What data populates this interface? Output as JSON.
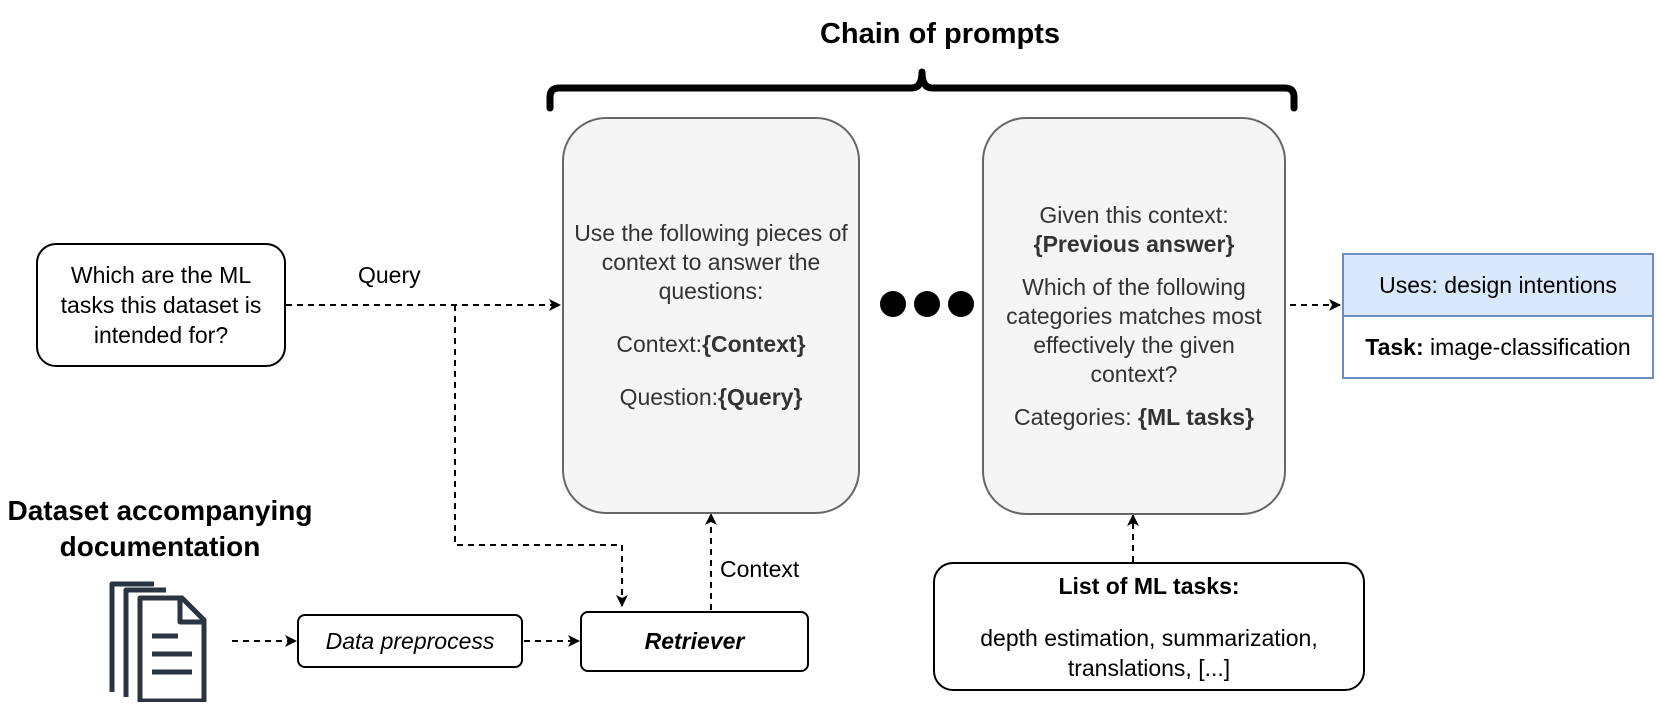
{
  "chain_title": "Chain of prompts",
  "query_box": {
    "text": "Which are the ML tasks this dataset is intended for?"
  },
  "edges": {
    "query_label": "Query",
    "context_label": "Context"
  },
  "prompt1": {
    "intro": "Use the following pieces of context to answer the questions:",
    "context_label": "Context:",
    "context_var": "{Context}",
    "question_label": "Question:",
    "question_var": "{Query}"
  },
  "prompt2": {
    "given_label": "Given this context:",
    "given_var": "{Previous answer}",
    "question": "Which of the following categories matches most effectively the given context?",
    "categories_label": "Categories: ",
    "categories_var": "{ML tasks}"
  },
  "output": {
    "uses": "Uses: design intentions",
    "task_label": "Task:",
    "task_value": " image-classification"
  },
  "documentation": {
    "title_line1": "Dataset accompanying",
    "title_line2": "documentation",
    "icon": "documents-icon"
  },
  "preprocess": {
    "label": "Data preprocess"
  },
  "retriever": {
    "label": "Retriever"
  },
  "tasks_list": {
    "title": "List of ML tasks:",
    "items": "depth estimation, summarization, translations, [...]"
  }
}
